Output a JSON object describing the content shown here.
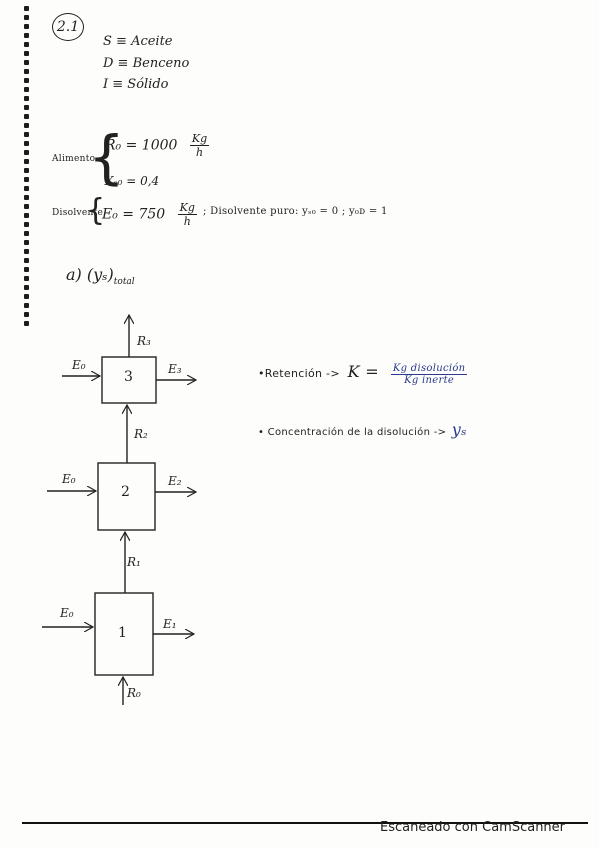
{
  "problem_number": "2.1",
  "definitions": [
    "S ≡ Aceite",
    "D ≡ Benceno",
    "I ≡ Sólido"
  ],
  "feed": {
    "label": "Alimento",
    "r0_lhs": "R₀ = 1000",
    "r0_unit_num": "Kg",
    "r0_unit_den": "h",
    "xs0": "Xₛ₀ = 0,4"
  },
  "solvent": {
    "label": "Disolvente",
    "e0_lhs": "E₀ = 750",
    "e0_unit_num": "Kg",
    "e0_unit_den": "h",
    "note": "; Disolvente puro: yₛ₀ = 0 ; y₀ᴅ = 1"
  },
  "part_a": "a) (yₛ)",
  "part_a_sub": "total",
  "diagram": {
    "stages": [
      "1",
      "2",
      "3"
    ],
    "labels": {
      "e0_stage3": "E₀",
      "e0_stage2": "E₀",
      "e0_stage1": "E₀",
      "e3": "E₃",
      "e2": "E₂",
      "e1": "E₁",
      "r3": "R₃",
      "r2": "R₂",
      "r1": "R₁",
      "r0": "R₀"
    }
  },
  "retention": {
    "prefix": "•Retención ->",
    "symbol": "K =",
    "num": "Kg disolución",
    "den": "Kg inerte"
  },
  "concentration": {
    "prefix": "• Concentración de la disolución ->",
    "symbol": "yₛ"
  },
  "footer": "Escaneado con CamScanner"
}
